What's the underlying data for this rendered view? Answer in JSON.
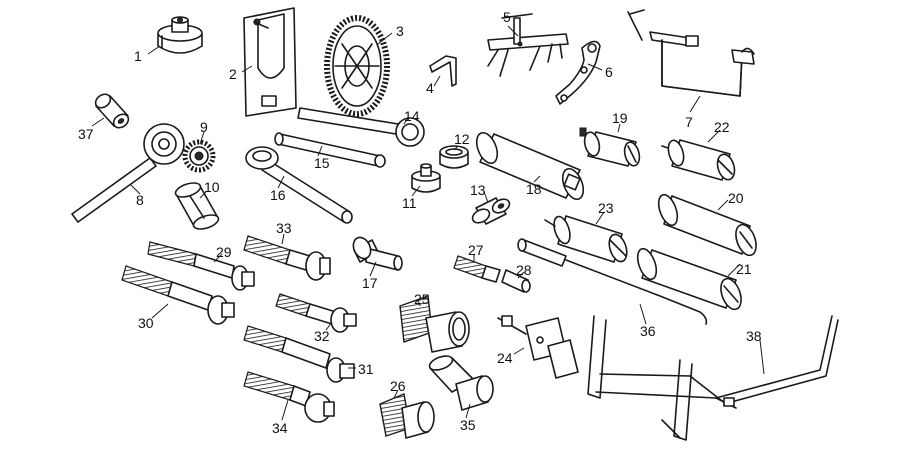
{
  "parts": [
    {
      "id": "1",
      "label": "1"
    },
    {
      "id": "2",
      "label": "2"
    },
    {
      "id": "3",
      "label": "3"
    },
    {
      "id": "4",
      "label": "4"
    },
    {
      "id": "5",
      "label": "5"
    },
    {
      "id": "6",
      "label": "6"
    },
    {
      "id": "7",
      "label": "7"
    },
    {
      "id": "8",
      "label": "8"
    },
    {
      "id": "9",
      "label": "9"
    },
    {
      "id": "10",
      "label": "10"
    },
    {
      "id": "11",
      "label": "11"
    },
    {
      "id": "12",
      "label": "12"
    },
    {
      "id": "13",
      "label": "13"
    },
    {
      "id": "14",
      "label": "14"
    },
    {
      "id": "15",
      "label": "15"
    },
    {
      "id": "16",
      "label": "16"
    },
    {
      "id": "17",
      "label": "17"
    },
    {
      "id": "18",
      "label": "18"
    },
    {
      "id": "19",
      "label": "19"
    },
    {
      "id": "20",
      "label": "20"
    },
    {
      "id": "21",
      "label": "21"
    },
    {
      "id": "22",
      "label": "22"
    },
    {
      "id": "23",
      "label": "23"
    },
    {
      "id": "24",
      "label": "24"
    },
    {
      "id": "25",
      "label": "25"
    },
    {
      "id": "26",
      "label": "26"
    },
    {
      "id": "27",
      "label": "27"
    },
    {
      "id": "28",
      "label": "28"
    },
    {
      "id": "29",
      "label": "29"
    },
    {
      "id": "30",
      "label": "30"
    },
    {
      "id": "31",
      "label": "31"
    },
    {
      "id": "32",
      "label": "32"
    },
    {
      "id": "33",
      "label": "33"
    },
    {
      "id": "34",
      "label": "34"
    },
    {
      "id": "35",
      "label": "35"
    },
    {
      "id": "36",
      "label": "36"
    },
    {
      "id": "37",
      "label": "37"
    },
    {
      "id": "38",
      "label": "38"
    }
  ]
}
